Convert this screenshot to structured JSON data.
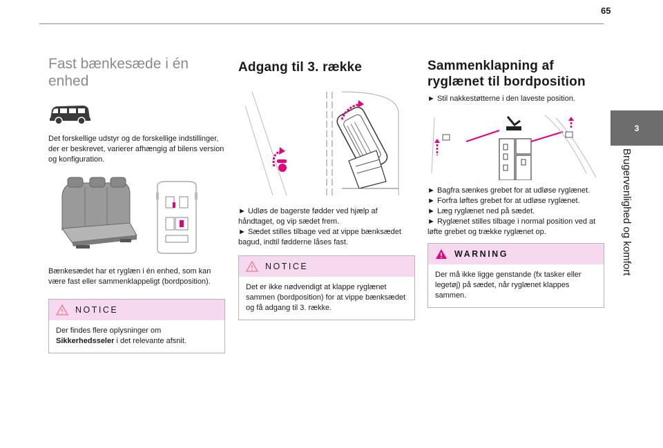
{
  "page": {
    "number": "65"
  },
  "side_tab": {
    "number": "3",
    "title": "Brugervenlighed og komfort"
  },
  "col1": {
    "heading": "Fast bænkesæde i én enhed",
    "para1": "Det forskellige udstyr og de forskellige indstillinger, der er beskrevet, varierer afhængig af bilens version og konfiguration.",
    "para2": "Bænkesædet har et ryglæn i én enhed, som kan være fast eller sammenklappeligt (bordposition).",
    "notice": {
      "title": "NOTICE",
      "text_before": "Der findes flere oplysninger om ",
      "text_bold": "Sikkerhedsseler",
      "text_after": " i det relevante afsnit."
    }
  },
  "col2": {
    "heading": "Adgang til 3. række",
    "step1": "► Udløs de bagerste fødder ved hjælp af håndtaget, og vip sædet frem.",
    "step2": "► Sædet stilles tilbage ved at vippe bænksædet bagud, indtil fødderne låses fast.",
    "notice": {
      "title": "NOTICE",
      "text": "Det er ikke nødvendigt at klappe ryglænet sammen (bordposition) for at vippe bænksædet og få adgang til 3. række."
    }
  },
  "col3": {
    "heading_line1": "Sammenklapning af",
    "heading_line2": "ryglænet til bordposition",
    "intro": "► Stil nakkestøtterne i den laveste position.",
    "step1": "► Bagfra sænkes grebet for at udløse ryglænet.",
    "step2": "► Forfra løftes grebet for at udløse ryglænet.",
    "step3": "► Læg ryglænet ned på sædet.",
    "step4": "► Ryglænet stilles tilbage i normal position ved at løfte grebet og trække ryglænet op.",
    "warning": {
      "title": "WARNING",
      "text": "Der må ikke ligge genstande (fx tasker eller legetøj) på sædet, når ryglænet klappes sammen."
    }
  },
  "colors": {
    "pink": "#f7d9ef",
    "accent": "#e4007c",
    "tab": "#6d6d6d"
  }
}
